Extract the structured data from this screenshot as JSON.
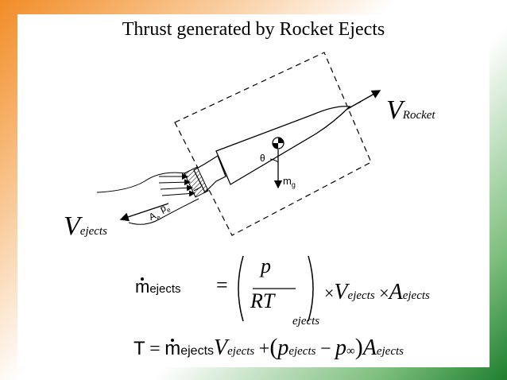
{
  "title": "Thrust generated by  Rocket Ejects",
  "labels": {
    "v_rocket": "V",
    "v_rocket_sub": "Rocket",
    "v_ejects": "V",
    "v_ejects_sub": "ejects",
    "theta": "θ",
    "mg": "m",
    "mg_sub": "g",
    "pe": "p",
    "pe_sub": "e",
    "ae": "A",
    "ae_sub": "e"
  },
  "eq1": {
    "m": "m",
    "m_sub": "ejects",
    "equals": "=",
    "numerator": "p",
    "denominator": "RT",
    "paren_sub": "ejects",
    "times1": "×",
    "v": "V",
    "v_sub": "ejects",
    "times2": "×",
    "a": "A",
    "a_sub": "ejects"
  },
  "eq2": {
    "t": "T",
    "equals": "=",
    "m": "m",
    "m_sub": "ejects",
    "v": "V",
    "v_sub": "ejects",
    "plus": "+",
    "lparen": "(",
    "p1": "p",
    "p1_sub": "ejects",
    "minus": "−",
    "p2": "p",
    "p2_sub": "∞",
    "rparen": ")",
    "a": "A",
    "a_sub": "ejects"
  },
  "colors": {
    "ink": "#000000",
    "frame_orange": "#f28c28",
    "frame_green": "#1e7f2e",
    "body_fill": "#ffffff"
  }
}
